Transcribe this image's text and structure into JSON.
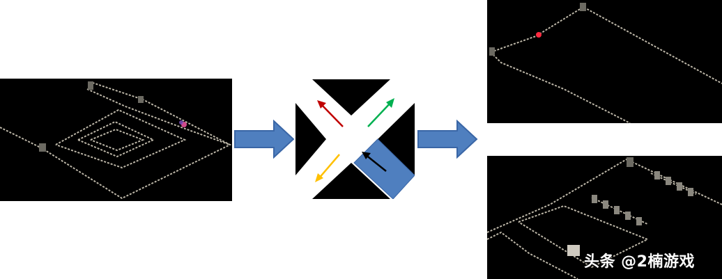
{
  "watermark": {
    "text": "头条 @2楠游戏"
  },
  "colors": {
    "flow_arrow": "#4f7fbf",
    "flow_arrow_stroke": "#3a66a6",
    "dir_up_left": "#c00000",
    "dir_up_right": "#00b050",
    "dir_down_left": "#ffc000",
    "dir_selected": "#000000",
    "selected_arm": "#4f7fbf"
  },
  "figures": [
    {
      "name": "map-original",
      "description_icon": "map-outline"
    },
    {
      "name": "rotation-diagram",
      "description_icon": "x-cross"
    },
    {
      "name": "map-result-top",
      "description_icon": "map-outline"
    },
    {
      "name": "map-result-bottom",
      "description_icon": "map-outline"
    }
  ]
}
